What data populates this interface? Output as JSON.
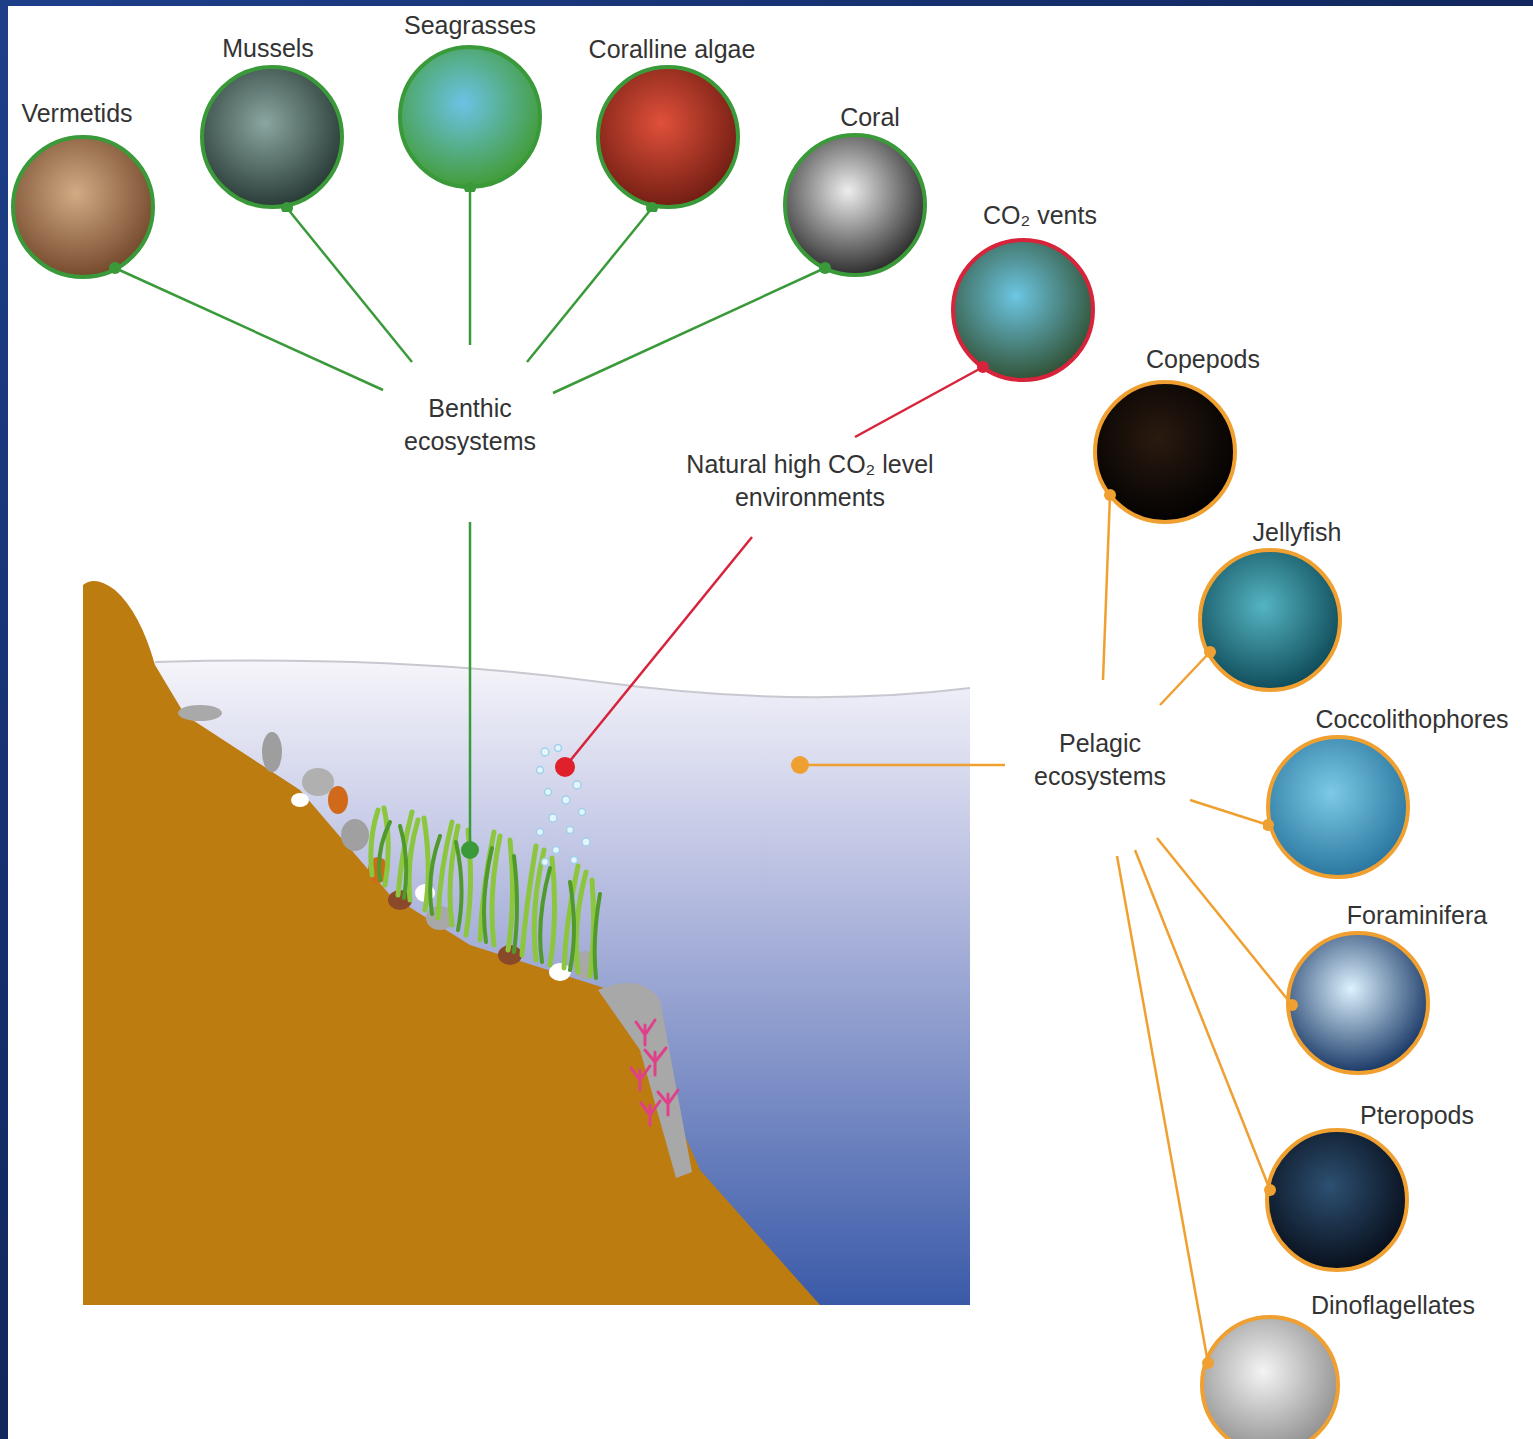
{
  "diagram": {
    "nodes": [
      {
        "text": [
          "Vermetids"
        ]
      },
      {
        "text": [
          "Mussels"
        ]
      },
      {
        "text": [
          "Seagrasses"
        ]
      },
      {
        "text": [
          "Coralline algae"
        ]
      },
      {
        "text": [
          "Coral"
        ]
      },
      {
        "text": [
          "CO₂ vents"
        ]
      },
      {
        "text": [
          "Copepods"
        ]
      },
      {
        "text": [
          "Jellyfish"
        ]
      },
      {
        "text": [
          "Coccolithophores"
        ]
      },
      {
        "text": [
          "Foraminifera"
        ]
      },
      {
        "text": [
          "Pteropods"
        ]
      },
      {
        "text": [
          "Dinoflagellates"
        ]
      }
    ],
    "labels": [
      "Benthic ecosystems",
      "Natural high CO₂ level environments",
      "Pelagic ecosystems"
    ]
  }
}
